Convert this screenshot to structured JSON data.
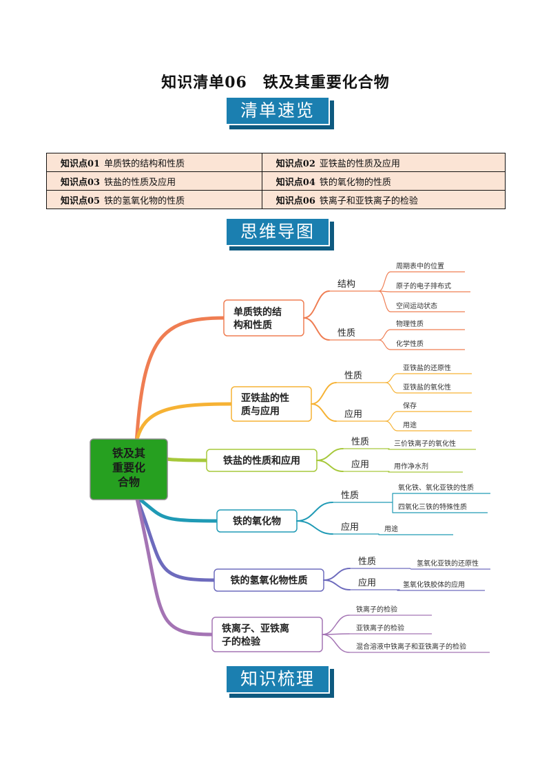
{
  "title": "知识清单06　铁及其重要化合物",
  "banners": {
    "overview": "清单速览",
    "mindmap": "思维导图",
    "review": "知识梳理"
  },
  "knowledge_points": [
    {
      "label": "知识点01",
      "text": "单质铁的结构和性质"
    },
    {
      "label": "知识点02",
      "text": "亚铁盐的性质及应用"
    },
    {
      "label": "知识点03",
      "text": "铁盐的性质及应用"
    },
    {
      "label": "知识点04",
      "text": "铁的氧化物的性质"
    },
    {
      "label": "知识点05",
      "text": "铁的氢氧化物的性质"
    },
    {
      "label": "知识点06",
      "text": "铁离子和亚铁离子的检验"
    }
  ],
  "mindmap": {
    "center": [
      "铁及其",
      "重要化",
      "合物"
    ],
    "center_color": "#26a020",
    "branches": [
      {
        "label": [
          "单质铁的结",
          "构和性质"
        ],
        "color": "#ef7d52",
        "groups": [
          {
            "label": "结构",
            "leaves": [
              "周期表中的位置",
              "原子的电子排布式",
              "空间运动状态"
            ]
          },
          {
            "label": "性质",
            "leaves": [
              "物理性质",
              "化学性质"
            ]
          }
        ]
      },
      {
        "label": [
          "亚铁盐的性",
          "质与应用"
        ],
        "color": "#f6b234",
        "groups": [
          {
            "label": "性质",
            "leaves": [
              "亚铁盐的还原性",
              "亚铁盐的氧化性"
            ]
          },
          {
            "label": "应用",
            "leaves": [
              "保存",
              "用途"
            ]
          }
        ]
      },
      {
        "label": [
          "铁盐的性质和应用"
        ],
        "color": "#a6c83a",
        "groups": [
          {
            "label": "性质",
            "leaves": [
              "三价铁离子的氧化性"
            ]
          },
          {
            "label": "应用",
            "leaves": [
              "用作净水剂"
            ]
          }
        ]
      },
      {
        "label": [
          "铁的氧化物"
        ],
        "color": "#1f9ab5",
        "groups": [
          {
            "label": "性质",
            "leaves": [
              "氧化铁、氧化亚铁的性质",
              "四氧化三铁的特殊性质"
            ]
          },
          {
            "label": "应用",
            "leaves": [
              "用途"
            ]
          }
        ]
      },
      {
        "label": [
          "铁的氢氧化物性质"
        ],
        "color": "#6d6bbd",
        "groups": [
          {
            "label": "性质",
            "leaves": [
              "氢氧化亚铁的还原性"
            ]
          },
          {
            "label": "应用",
            "leaves": [
              "氢氧化铁胶体的应用"
            ]
          }
        ]
      },
      {
        "label": [
          "铁离子、亚铁离",
          "子的检验"
        ],
        "color": "#a474b4",
        "leaves": [
          "铁离子的检验",
          "亚铁离子的检验",
          "混合溶液中铁离子和亚铁离子的检验"
        ]
      }
    ]
  }
}
